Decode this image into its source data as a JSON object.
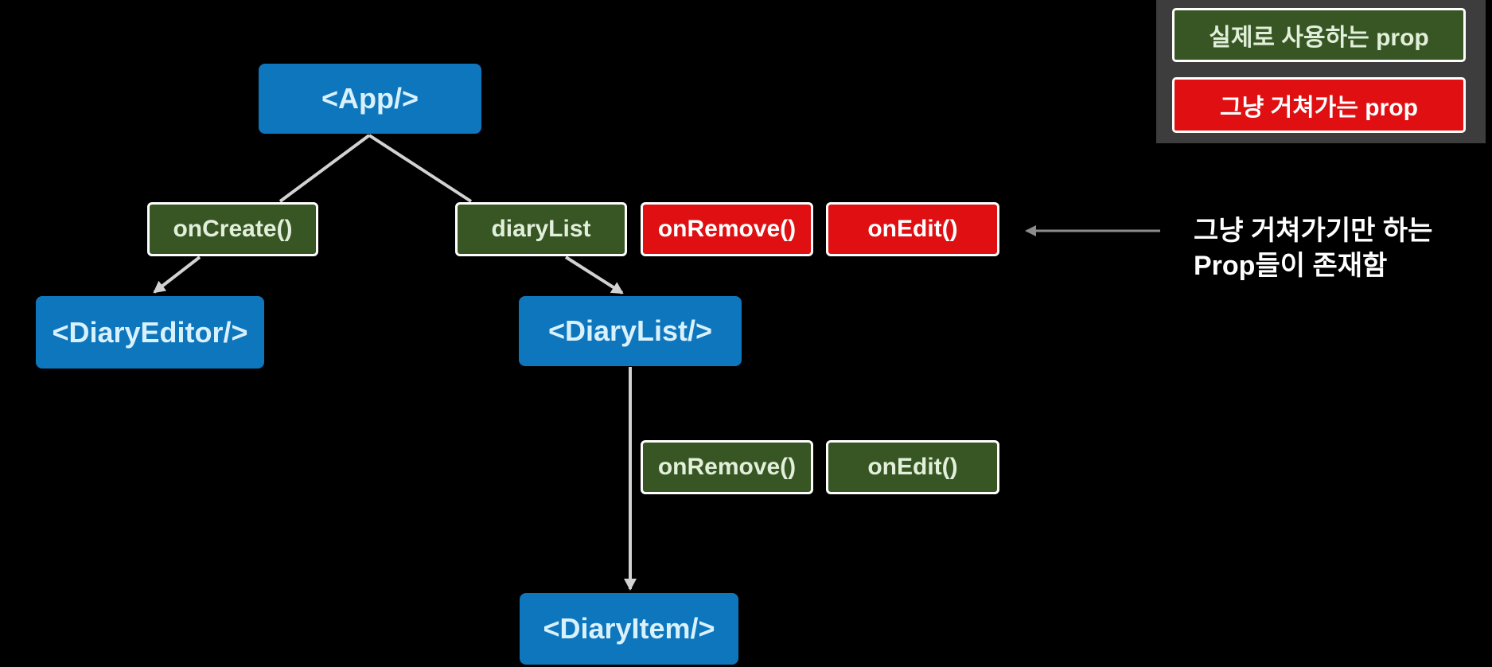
{
  "colors": {
    "background": "#000000",
    "component_blue": "#0e76bc",
    "used_prop_green": "#375623",
    "passing_prop_red": "#df0f12",
    "legend_panel_gray": "#3d3d3d",
    "tree_line": "#d2d2d2",
    "annotation_gray": "#8c8c8c",
    "box_border": "#ffffff",
    "component_text": "#d9f1fd",
    "used_prop_text": "#e2efda",
    "passing_prop_text": "#ffffff"
  },
  "legend": {
    "used": {
      "label": "실제로 사용하는 prop"
    },
    "passing": {
      "label": "그냥 거쳐가는 prop"
    }
  },
  "nodes": {
    "app": {
      "label": "<App/>"
    },
    "on_create": {
      "label": "onCreate()"
    },
    "diary_list_prop": {
      "label": "diaryList"
    },
    "on_remove_passing": {
      "label": "onRemove()"
    },
    "on_edit_passing": {
      "label": "onEdit()"
    },
    "diary_editor": {
      "label": "<DiaryEditor/>"
    },
    "diary_list": {
      "label": "<DiaryList/>"
    },
    "on_remove_used": {
      "label": "onRemove()"
    },
    "on_edit_used": {
      "label": "onEdit()"
    },
    "diary_item": {
      "label": "<DiaryItem/>"
    }
  },
  "annotation": {
    "line1": "그냥 거쳐가기만 하는",
    "line2": "Prop들이 존재함"
  }
}
